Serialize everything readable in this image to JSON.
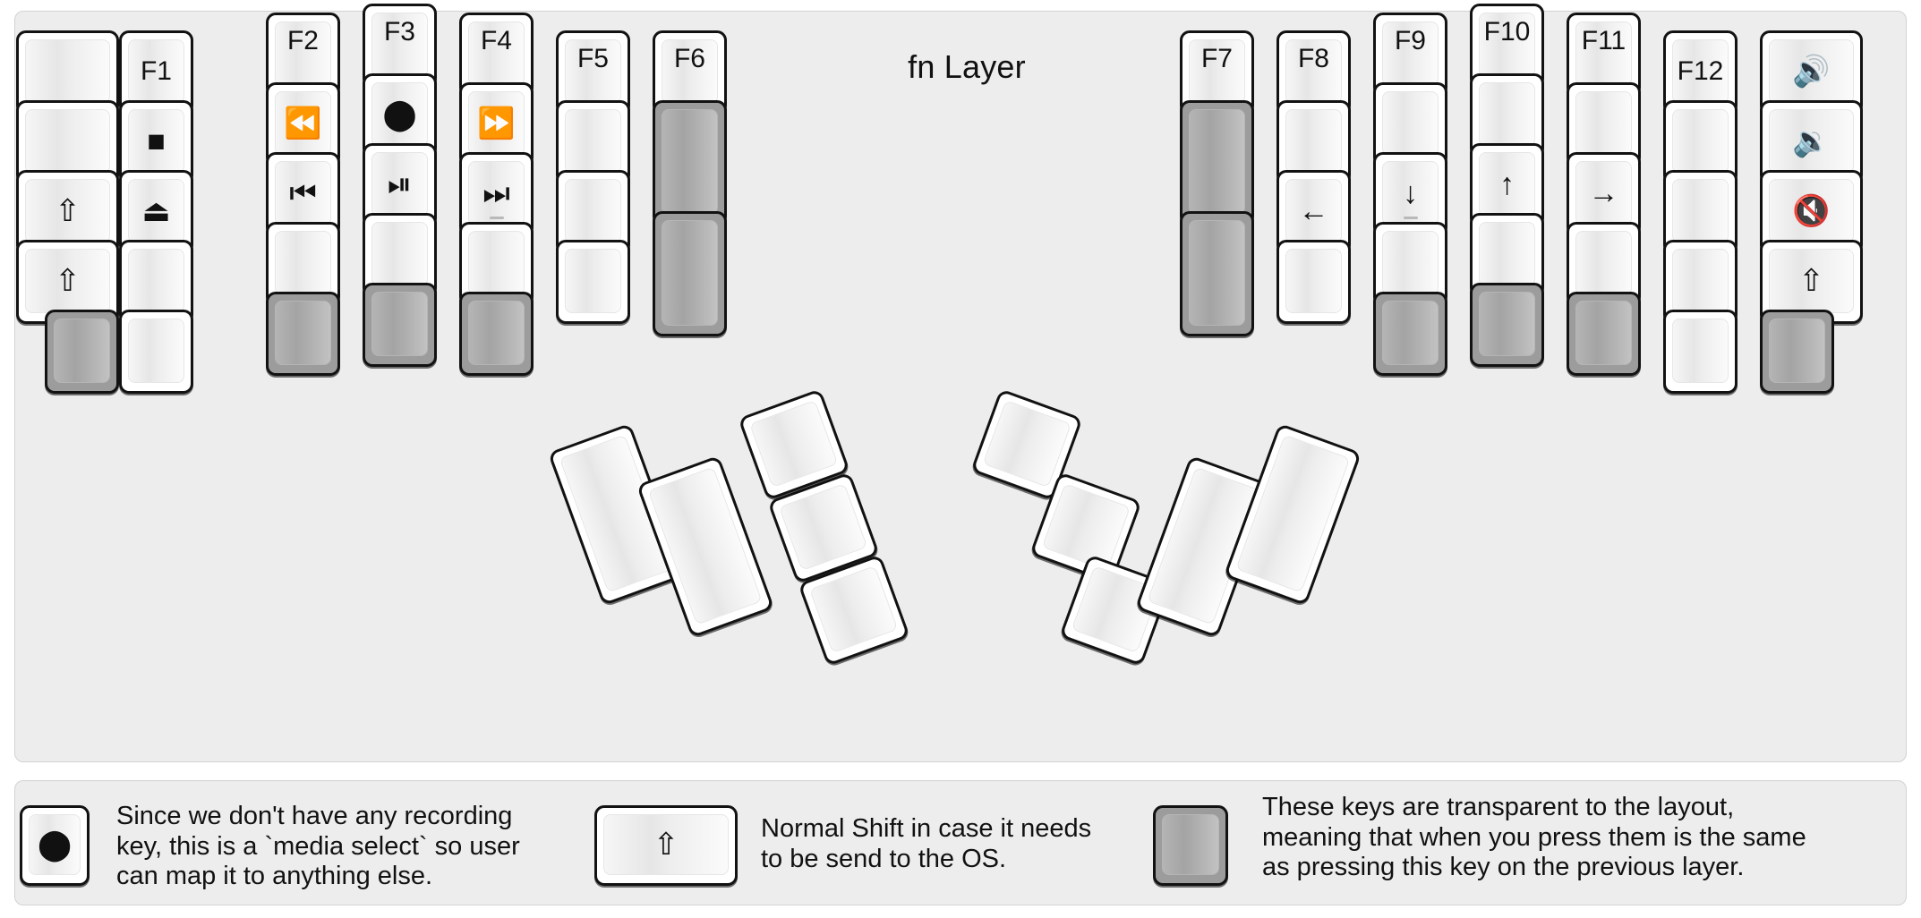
{
  "title": "fn Layer",
  "colors": {
    "background": "#ededed",
    "key_face": "#ffffff",
    "key_transparent": "#9c9c9c",
    "border": "#121212",
    "text": "#111111"
  },
  "keyboard": {
    "name": "split ergonomic column-staggered keyboard",
    "left_half": {
      "columns": [
        {
          "name": "pinky-outer",
          "keys": [
            {
              "label": "",
              "type": "normal",
              "width": "1.5u"
            },
            {
              "label": "",
              "type": "normal",
              "width": "1.5u"
            },
            {
              "label": "⇧",
              "icon": "caps-lock-icon",
              "type": "normal",
              "width": "1.5u"
            },
            {
              "label": "⇧",
              "icon": "shift-icon",
              "type": "normal",
              "width": "1.5u"
            },
            {
              "label": "",
              "type": "transparent",
              "width": "1.0u"
            }
          ]
        },
        {
          "name": "pinky",
          "keys": [
            {
              "label": "F1",
              "type": "normal"
            },
            {
              "label": "■",
              "icon": "media-stop-icon",
              "type": "normal"
            },
            {
              "label": "⏏",
              "icon": "media-eject-icon",
              "type": "normal"
            },
            {
              "label": "",
              "type": "normal"
            },
            {
              "label": "",
              "type": "normal"
            }
          ]
        },
        {
          "name": "ring",
          "keys": [
            {
              "label": "F2",
              "type": "normal"
            },
            {
              "label": "⏪",
              "icon": "media-rewind-icon",
              "type": "normal"
            },
            {
              "label": "⏮",
              "icon": "media-previous-icon",
              "type": "normal"
            },
            {
              "label": "",
              "type": "normal"
            },
            {
              "label": "",
              "type": "transparent"
            }
          ]
        },
        {
          "name": "middle",
          "keys": [
            {
              "label": "F3",
              "type": "normal"
            },
            {
              "label": "⬤",
              "icon": "media-record-icon",
              "type": "normal"
            },
            {
              "label": "⏯",
              "icon": "media-play-pause-icon",
              "type": "normal"
            },
            {
              "label": "",
              "type": "normal"
            },
            {
              "label": "",
              "type": "transparent"
            }
          ]
        },
        {
          "name": "index",
          "keys": [
            {
              "label": "F4",
              "type": "normal"
            },
            {
              "label": "⏩",
              "icon": "media-fast-forward-icon",
              "type": "normal"
            },
            {
              "label": "⏭",
              "icon": "media-next-icon",
              "type": "normal",
              "accent": "underscore"
            },
            {
              "label": "",
              "type": "normal"
            },
            {
              "label": "",
              "type": "transparent"
            }
          ]
        },
        {
          "name": "index-inner",
          "keys": [
            {
              "label": "F5",
              "type": "normal"
            },
            {
              "label": "",
              "type": "normal"
            },
            {
              "label": "",
              "type": "normal"
            },
            {
              "label": "",
              "type": "normal"
            }
          ]
        },
        {
          "name": "inner",
          "keys": [
            {
              "label": "F6",
              "type": "normal"
            },
            {
              "label": "",
              "type": "transparent",
              "height": "1.5u"
            },
            {
              "label": "",
              "type": "transparent",
              "height": "1.5u"
            }
          ]
        }
      ],
      "thumb_cluster": {
        "rotation_deg": -20,
        "keys": [
          {
            "label": "",
            "type": "normal",
            "size": "2u-tall"
          },
          {
            "label": "",
            "type": "normal",
            "size": "2u-tall"
          },
          {
            "label": "",
            "type": "normal",
            "size": "1u"
          },
          {
            "label": "",
            "type": "normal",
            "size": "1u"
          },
          {
            "label": "",
            "type": "normal",
            "size": "1u"
          }
        ]
      }
    },
    "right_half": {
      "columns": [
        {
          "name": "inner",
          "keys": [
            {
              "label": "F7",
              "type": "normal"
            },
            {
              "label": "",
              "type": "transparent",
              "height": "1.5u"
            },
            {
              "label": "",
              "type": "transparent",
              "height": "1.5u"
            }
          ]
        },
        {
          "name": "index-inner",
          "keys": [
            {
              "label": "F8",
              "type": "normal"
            },
            {
              "label": "",
              "type": "normal"
            },
            {
              "label": "←",
              "icon": "arrow-left-icon",
              "type": "normal"
            },
            {
              "label": "",
              "type": "normal"
            }
          ]
        },
        {
          "name": "index",
          "keys": [
            {
              "label": "F9",
              "type": "normal"
            },
            {
              "label": "",
              "type": "normal"
            },
            {
              "label": "↓",
              "icon": "arrow-down-icon",
              "type": "normal",
              "accent": "underscore"
            },
            {
              "label": "",
              "type": "normal"
            },
            {
              "label": "",
              "type": "transparent"
            }
          ]
        },
        {
          "name": "middle",
          "keys": [
            {
              "label": "F10",
              "type": "normal"
            },
            {
              "label": "",
              "type": "normal"
            },
            {
              "label": "↑",
              "icon": "arrow-up-icon",
              "type": "normal"
            },
            {
              "label": "",
              "type": "normal"
            },
            {
              "label": "",
              "type": "transparent"
            }
          ]
        },
        {
          "name": "ring",
          "keys": [
            {
              "label": "F11",
              "type": "normal"
            },
            {
              "label": "",
              "type": "normal"
            },
            {
              "label": "→",
              "icon": "arrow-right-icon",
              "type": "normal"
            },
            {
              "label": "",
              "type": "normal"
            },
            {
              "label": "",
              "type": "transparent"
            }
          ]
        },
        {
          "name": "pinky",
          "keys": [
            {
              "label": "F12",
              "type": "normal"
            },
            {
              "label": "",
              "type": "normal"
            },
            {
              "label": "",
              "type": "normal"
            },
            {
              "label": "",
              "type": "normal"
            },
            {
              "label": "",
              "type": "normal"
            }
          ]
        },
        {
          "name": "pinky-outer",
          "keys": [
            {
              "label": "🔊",
              "icon": "volume-up-icon",
              "type": "normal"
            },
            {
              "label": "🔉",
              "icon": "volume-down-icon",
              "type": "normal"
            },
            {
              "label": "🔇",
              "icon": "volume-mute-icon",
              "type": "normal"
            },
            {
              "label": "⇧",
              "icon": "shift-icon",
              "type": "normal"
            },
            {
              "label": "",
              "type": "transparent"
            }
          ]
        }
      ],
      "thumb_cluster": {
        "rotation_deg": 20,
        "keys": [
          {
            "label": "",
            "type": "normal",
            "size": "1u"
          },
          {
            "label": "",
            "type": "normal",
            "size": "1u"
          },
          {
            "label": "",
            "type": "normal",
            "size": "1u"
          },
          {
            "label": "",
            "type": "normal",
            "size": "2u-tall"
          },
          {
            "label": "",
            "type": "normal",
            "size": "2u-tall"
          }
        ]
      }
    }
  },
  "legend": [
    {
      "key_icon": "media-record-icon",
      "key_glyph": "⬤",
      "key_type": "normal",
      "text": "Since we don't have any recording\nkey, this is a `media select` so user\ncan map it to anything else."
    },
    {
      "key_icon": "shift-icon",
      "key_glyph": "⇧",
      "key_type": "normal",
      "text": "Normal Shift in case it needs\nto be send to the OS."
    },
    {
      "key_icon": "transparent-key-icon",
      "key_glyph": "",
      "key_type": "transparent",
      "text": "These keys are transparent to the layout,\nmeaning that when you press them is the same\nas pressing this key on the previous layer."
    }
  ]
}
